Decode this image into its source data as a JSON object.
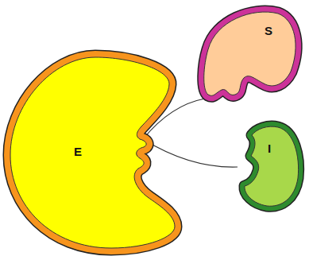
{
  "diagram": {
    "nodes": [
      {
        "text": [
          "E"
        ]
      },
      {
        "text": [
          "S"
        ]
      },
      {
        "text": [
          "I"
        ]
      }
    ],
    "edges": [
      {
        "from": 1,
        "to": 0,
        "arrow": "to"
      },
      {
        "from": 2,
        "to": 0,
        "arrow": "to"
      }
    ]
  }
}
